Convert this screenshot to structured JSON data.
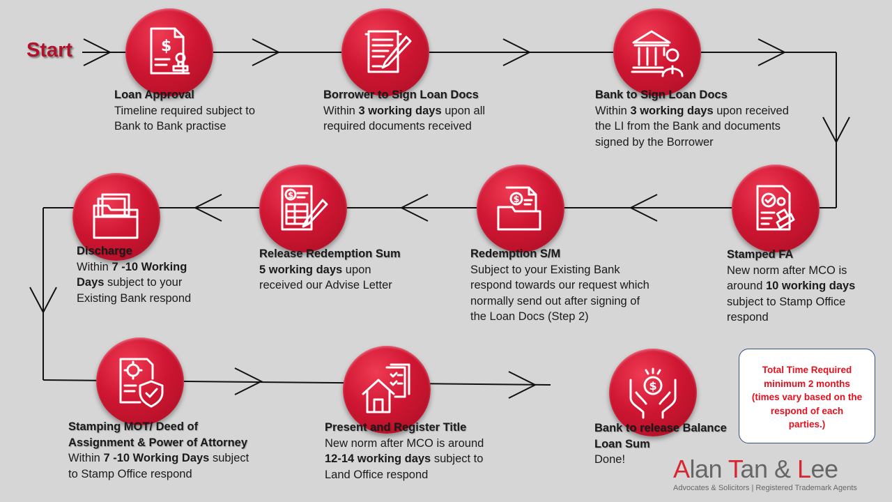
{
  "start_label": "Start",
  "colors": {
    "accent": "#cf1632",
    "line": "#111111",
    "total_text": "#e3101d"
  },
  "steps": [
    {
      "title": "Loan Approval",
      "icon": "loan-document-stamp-icon",
      "lines": [
        [
          {
            "t": "Timeline  required subject to"
          }
        ],
        [
          {
            "t": "Bank to Bank practise"
          }
        ]
      ]
    },
    {
      "title": "Borrower to Sign Loan Docs",
      "icon": "sign-document-pen-icon",
      "lines": [
        [
          {
            "t": "Within "
          },
          {
            "t": "3 working days",
            "b": true
          },
          {
            "t": " upon all"
          }
        ],
        [
          {
            "t": "required documents received"
          }
        ]
      ]
    },
    {
      "title": "Bank to Sign Loan Docs",
      "icon": "bank-officer-icon",
      "lines": [
        [
          {
            "t": "Within "
          },
          {
            "t": "3 working days",
            "b": true
          },
          {
            "t": " upon received"
          }
        ],
        [
          {
            "t": "the LI from the Bank and documents"
          }
        ],
        [
          {
            "t": "signed by the Borrower"
          }
        ]
      ]
    },
    {
      "title": "Stamped FA",
      "icon": "stamped-document-icon",
      "lines": [
        [
          {
            "t": "New norm after MCO is"
          }
        ],
        [
          {
            "t": "around "
          },
          {
            "t": "10 working days",
            "b": true
          }
        ],
        [
          {
            "t": "subject to Stamp Office"
          }
        ],
        [
          {
            "t": "respond"
          }
        ]
      ]
    },
    {
      "title": "Redemption S/M",
      "icon": "redemption-folder-icon",
      "lines": [
        [
          {
            "t": "Subject to your Existing Bank"
          }
        ],
        [
          {
            "t": "respond towards our request which"
          }
        ],
        [
          {
            "t": "normally send out after signing of"
          }
        ],
        [
          {
            "t": "the Loan Docs (Step 2)"
          }
        ]
      ]
    },
    {
      "title": "Release Redemption Sum",
      "icon": "invoice-sign-icon",
      "lines": [
        [
          {
            "t": "5 working days",
            "b": true
          },
          {
            "t": " upon"
          }
        ],
        [
          {
            "t": "received our Advise Letter"
          }
        ]
      ]
    },
    {
      "title": "Discharge",
      "icon": "folder-files-icon",
      "lines": [
        [
          {
            "t": "Within "
          },
          {
            "t": "7 -10 Working",
            "b": true
          }
        ],
        [
          {
            "t": "Days",
            "b": true
          },
          {
            "t": " subject to your"
          }
        ],
        [
          {
            "t": "Existing Bank respond"
          }
        ]
      ]
    },
    {
      "title": "Stamping MOT/ Deed of",
      "title2": "Assignment & Power of Attorney",
      "icon": "certificate-shield-icon",
      "lines": [
        [
          {
            "t": "Within "
          },
          {
            "t": "7 -10 Working Days",
            "b": true
          },
          {
            "t": " subject"
          }
        ],
        [
          {
            "t": "to Stamp Office respond"
          }
        ]
      ]
    },
    {
      "title": "Present and Register Title",
      "icon": "house-title-icon",
      "lines": [
        [
          {
            "t": "New norm after MCO is around"
          }
        ],
        [
          {
            "t": "12-14 working days",
            "b": true
          },
          {
            "t": " subject to"
          }
        ],
        [
          {
            "t": "Land Office respond"
          }
        ]
      ]
    },
    {
      "title": "Bank to release Balance",
      "title2": "Loan Sum",
      "icon": "hands-money-icon",
      "lines": [
        [
          {
            "t": "Done!"
          }
        ]
      ]
    }
  ],
  "total_box": {
    "lines": [
      "Total Time Required",
      "minimum 2 months",
      "(times vary based on the",
      "respond of each",
      "parties.)"
    ]
  },
  "brand": {
    "parts": [
      {
        "t": "A",
        "r": true
      },
      {
        "t": "lan "
      },
      {
        "t": "T",
        "r": true
      },
      {
        "t": "an & "
      },
      {
        "t": "L",
        "r": true
      },
      {
        "t": "ee"
      }
    ],
    "tagline": "Advocates & Solicitors | Registered Trademark Agents"
  }
}
